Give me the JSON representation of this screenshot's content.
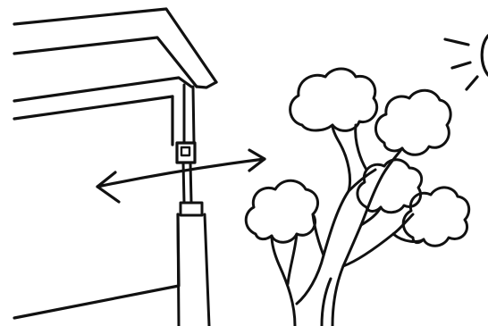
{
  "scene": {
    "colors": {
      "ink": "#111111",
      "paper": "#ffffff"
    },
    "elements": [
      "house-wall",
      "roof",
      "window-frame",
      "vertical-pipe",
      "pipe-connector",
      "double-arrow",
      "tree",
      "sun"
    ]
  }
}
